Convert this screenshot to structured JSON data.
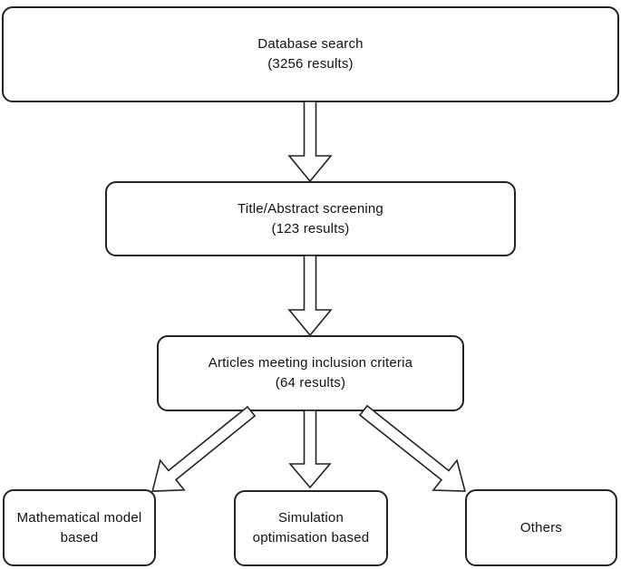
{
  "colors": {
    "stroke": "#222222",
    "node_fill": "#ffffff",
    "text": "#111111",
    "background": "#ffffff"
  },
  "nodes": {
    "database_search": {
      "line1": "Database search",
      "line2": "(3256 results)"
    },
    "title_abstract_screening": {
      "line1": "Title/Abstract screening",
      "line2": "(123 results)"
    },
    "inclusion_criteria": {
      "line1": "Articles meeting inclusion criteria",
      "line2": "(64 results)"
    },
    "mathematical_model": {
      "line1": "Mathematical model",
      "line2": "based"
    },
    "simulation_optimisation": {
      "line1": "Simulation",
      "line2": "optimisation based"
    },
    "others": {
      "line1": "Others"
    }
  },
  "edges": [
    {
      "from": "database_search",
      "to": "title_abstract_screening"
    },
    {
      "from": "title_abstract_screening",
      "to": "inclusion_criteria"
    },
    {
      "from": "inclusion_criteria",
      "to": "mathematical_model"
    },
    {
      "from": "inclusion_criteria",
      "to": "simulation_optimisation"
    },
    {
      "from": "inclusion_criteria",
      "to": "others"
    }
  ]
}
